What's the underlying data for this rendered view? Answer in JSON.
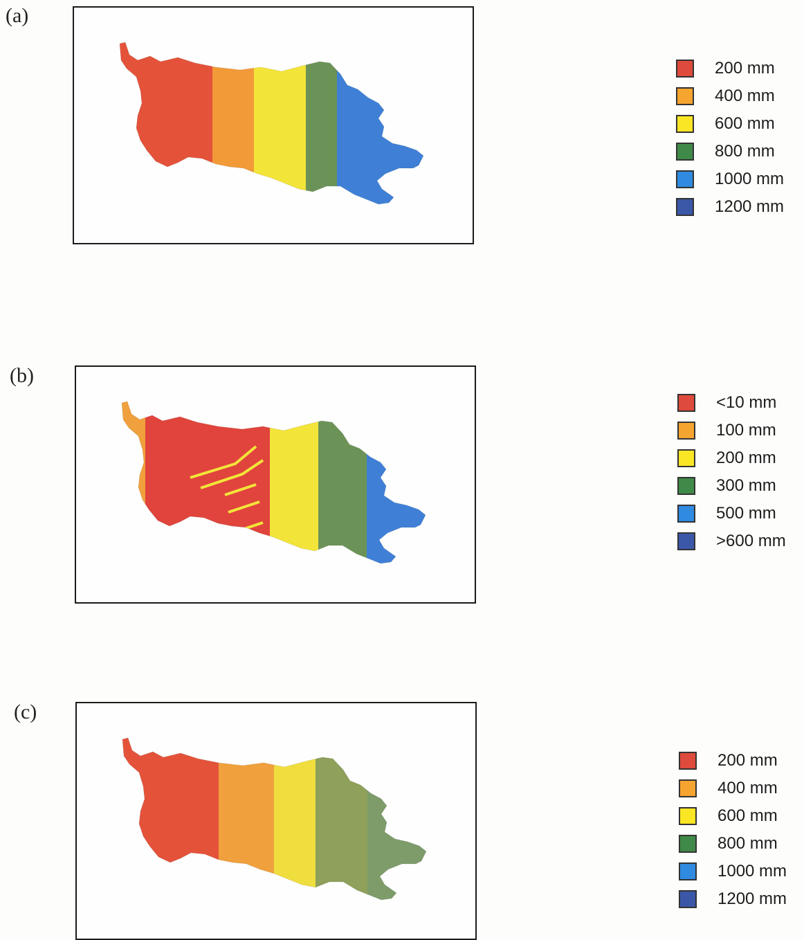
{
  "panels": [
    {
      "label": "(a)",
      "zones": [
        "#e4523a",
        "#f29a38",
        "#f3e43a",
        "#6c9357",
        "#3f80d6"
      ],
      "legend": [
        {
          "text": "200 mm",
          "color": "#de4a3c"
        },
        {
          "text": "400 mm",
          "color": "#f5a42f"
        },
        {
          "text": "600 mm",
          "color": "#fbe625"
        },
        {
          "text": "800 mm",
          "color": "#3f8a48"
        },
        {
          "text": "1000 mm",
          "color": "#2f8ae0"
        },
        {
          "text": "1200 mm",
          "color": "#3b57a8"
        }
      ]
    },
    {
      "label": "(b)",
      "zones": [
        "#e0443c",
        "#e0443c",
        "#f3e43a",
        "#6c9357",
        "#3f80d6"
      ],
      "legend": [
        {
          "text": "<10 mm",
          "color": "#de4a3c"
        },
        {
          "text": "100 mm",
          "color": "#f5a42f"
        },
        {
          "text": "200 mm",
          "color": "#fbe625"
        },
        {
          "text": "300 mm",
          "color": "#3f8a48"
        },
        {
          "text": "500 mm",
          "color": "#2f8ae0"
        },
        {
          "text": ">600 mm",
          "color": "#3b57a8"
        }
      ]
    },
    {
      "label": "(c)",
      "zones": [
        "#e4523a",
        "#f0a03c",
        "#f0de3e",
        "#8ea05a",
        "#7e9c6a"
      ],
      "legend": [
        {
          "text": "200 mm",
          "color": "#de4a3c"
        },
        {
          "text": "400 mm",
          "color": "#f5a42f"
        },
        {
          "text": "600 mm",
          "color": "#fbe625"
        },
        {
          "text": "800 mm",
          "color": "#3f8a48"
        },
        {
          "text": "1000 mm",
          "color": "#2f8ae0"
        },
        {
          "text": "1200 mm",
          "color": "#3b57a8"
        }
      ]
    }
  ]
}
